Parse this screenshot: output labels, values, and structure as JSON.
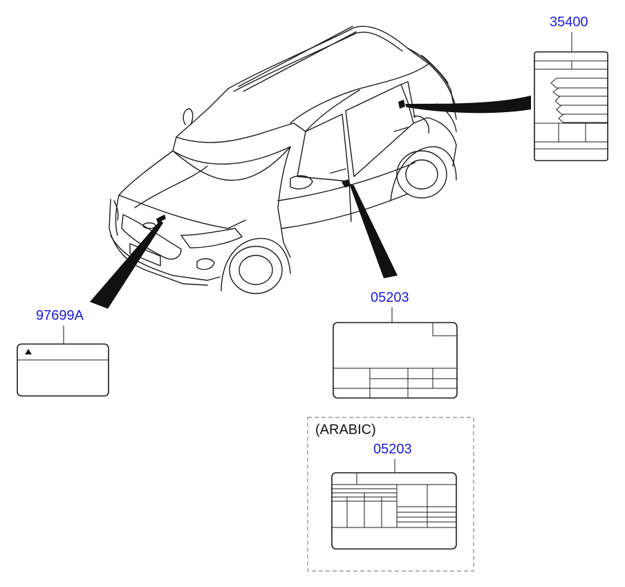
{
  "diagram": {
    "callouts": [
      {
        "id": "rear-label",
        "part_number": "35400"
      },
      {
        "id": "door-label",
        "part_number": "05203"
      },
      {
        "id": "hood-label",
        "part_number": "97699A"
      },
      {
        "id": "arabic-label",
        "part_number": "05203"
      }
    ],
    "arabic_group_note": "(ARABIC)",
    "colors": {
      "part_number": "#1a1adb",
      "line": "#1a1a1a",
      "dashed_box": "#888888"
    }
  }
}
